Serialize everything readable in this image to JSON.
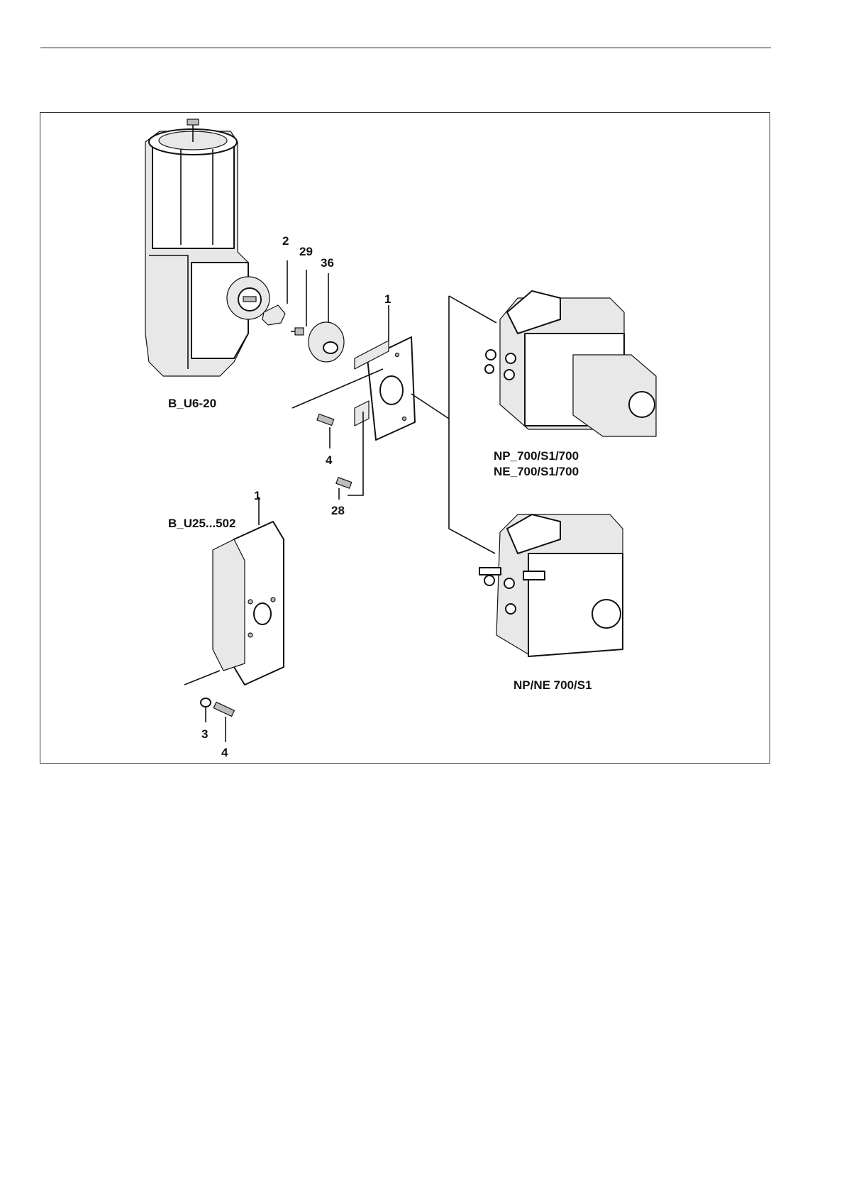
{
  "labels": {
    "actuator_b_u6_20": "B_U6-20",
    "actuator_b_u25_502": "B_U25...502",
    "positioner_np_700": "NP_700/S1/700",
    "positioner_ne_700": "NE_700/S1/700",
    "positioner_np_ne_700_s1": "NP/NE 700/S1"
  },
  "callouts": {
    "part_2": "2",
    "part_29": "29",
    "part_36": "36",
    "part_1_plate": "1",
    "part_4_upper": "4",
    "part_28": "28",
    "part_1_bracket": "1",
    "part_3": "3",
    "part_4_lower": "4"
  }
}
